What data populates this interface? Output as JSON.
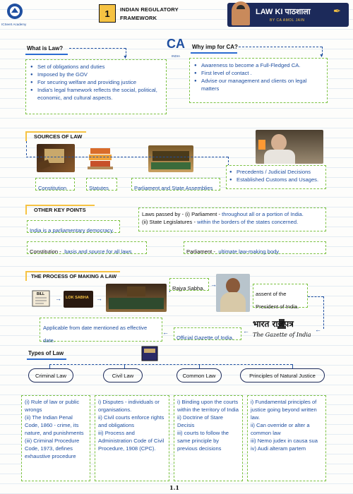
{
  "header": {
    "academy_label": "ICSeeS Academy",
    "chapter_number": "1",
    "chapter_title": "INDIAN REGULATORY FRAMEWORK",
    "brand_line1": "LAW KI पाठशाला",
    "brand_line2": "BY CA AMOL JAIN"
  },
  "what_is_law": {
    "title": "What is Law?",
    "items": [
      "Set of obligations and duties",
      "Imposed by the GOV",
      "For securing welfare and providing justice",
      "India's legal framework reflects the social, political, economic, and cultural aspects."
    ]
  },
  "ca_logo_text": "INDIA",
  "why_imp": {
    "title": "Why imp for CA?",
    "items": [
      "Awareness to become a Full-Fledged CA.",
      "First level of contact .",
      "Advise our management and clients on legal matters"
    ]
  },
  "sources": {
    "title": "SOURCES OF LAW",
    "constitution": "Constitution",
    "statutes": "Statutes",
    "parliament": "Parliament and State Assemblies",
    "other_items": [
      "Precedents /  Judicial Decisions",
      "Established Customs and Usages."
    ]
  },
  "other_key_points": {
    "title": "OTHER KEY POINTS",
    "democracy": "India is a parliamentary democracy.",
    "laws_passed_label": "Laws passed by -",
    "laws_passed_1_prefix": "(i) Parliament -",
    "laws_passed_1_text": "throughout all or a portion of India.",
    "laws_passed_2_prefix": "(ii) State Legislatures -",
    "laws_passed_2_text": "within the borders of the states concerned.",
    "constitution_prefix": "Constitution -",
    "constitution_text": "basis and source for all laws",
    "parliament_prefix": "Parliament -",
    "parliament_text": "ultimate law-making body"
  },
  "process": {
    "title": "THE PROCESS OF MAKING A LAW",
    "bill_label": "BILL",
    "lok_sabha": "LOK SABHA",
    "rajya_sabha": "Rajya Sabha.",
    "assent": "assent of the President of India.",
    "gazette_hindi": "भारत राजपत्र",
    "gazette_english": "The Gazette of India",
    "official_gazette": "Official Gazette of India.",
    "applicable": "Applicable from date mentioned as effective date."
  },
  "types": {
    "title": "Types of Law",
    "columns": [
      {
        "name": "Criminal Law",
        "text": "(i) Rule of law or public wrongs\n(ii) The Indian Penal Code, 1860 - crime, its nature, and punishments\n(iii) Criminal Procedure Code, 1973, defines exhaustive procedure"
      },
      {
        "name": "Civil Law",
        "text": "i) Disputes - individuals or organisations.\nii) Civil courts enforce rights and obligations\niii) Process and Administration Code of Civil Procedure, 1908 (CPC)."
      },
      {
        "name": "Common Law",
        "text": "i) Binding upon the courts within the territory of India\nii) Doctrine of Stare Decisis\niii) courts to follow the same principle by previous decisions"
      },
      {
        "name": "Principles of Natural Justice",
        "text": "i) Fundamental principles of justice going beyond written law.\nii) Can override or alter a common law\niii) Nemo judex in causa sua\niv) Audi alteram partem"
      }
    ]
  },
  "page_number": "1.1",
  "colors": {
    "green": "#7cc242",
    "blue": "#1f4fa0",
    "accent_yellow": "#f6c343",
    "dark_navy": "#1c2a5a"
  }
}
